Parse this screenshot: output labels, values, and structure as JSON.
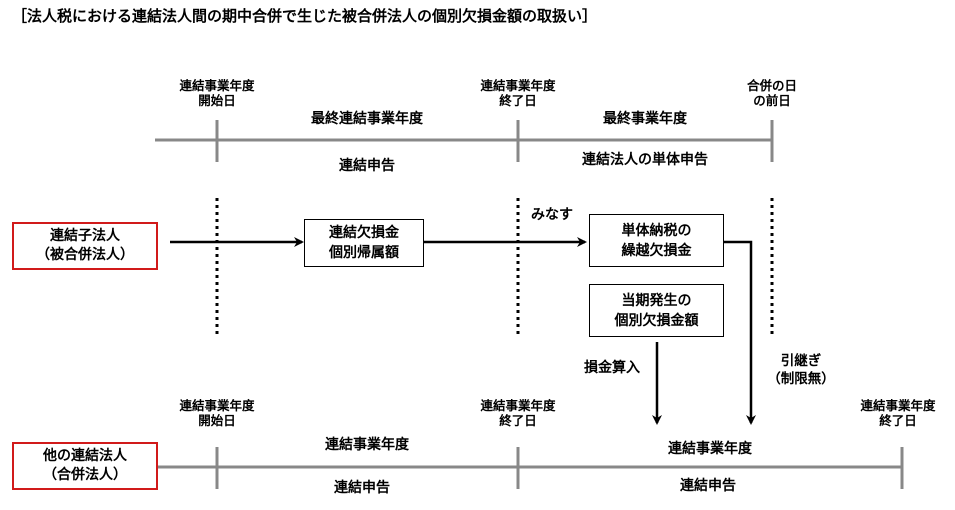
{
  "title": "［法人税における連結法人間の期中合併で生じた被合併法人の個別欠損金額の取扱い］",
  "top_timeline": {
    "start_label": "連結事業年度\n開始日",
    "end_label": "連結事業年度\n終了日",
    "merger_label": "合併の日\nの前日",
    "period1_label": "最終連結事業年度",
    "period2_label": "最終事業年度",
    "filing1_label": "連結申告",
    "filing2_label": "連結法人の単体申告"
  },
  "entities": {
    "subsidiary": "連結子法人\n（被合併法人）",
    "other": "他の連結法人\n（合併法人）"
  },
  "boxes": {
    "attributed_loss": "連結欠損金\n個別帰属額",
    "carryforward_loss": "単体納税の\n繰越欠損金",
    "current_loss": "当期発生の\n個別欠損金額"
  },
  "arrow_labels": {
    "deemed": "みなす",
    "deduction": "損金算入",
    "succession": "引継ぎ\n（制限無）"
  },
  "bottom_timeline": {
    "start_label": "連結事業年度\n開始日",
    "mid_label": "連結事業年度\n終了日",
    "end_label": "連結事業年度\n終了日",
    "period1_label": "連結事業年度",
    "period2_label": "連結事業年度",
    "filing1_label": "連結申告",
    "filing2_label": "連結申告"
  }
}
